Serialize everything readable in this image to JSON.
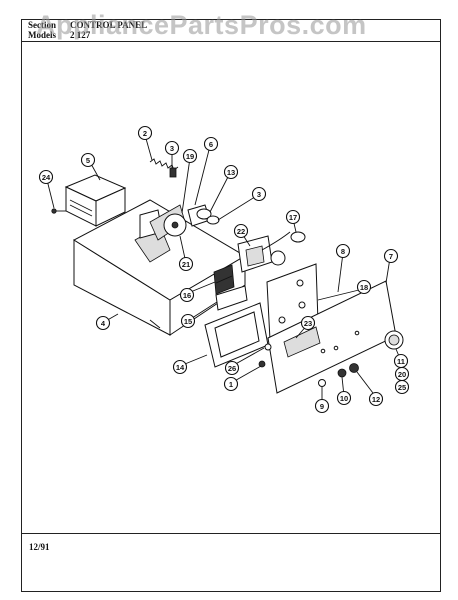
{
  "header": {
    "section_label": "Section",
    "section_title": "CONTROL PANEL",
    "model_label": "Models",
    "model_value": "2 127"
  },
  "watermark": "AppliancePartsPros.com",
  "footer": {
    "date": "12/91"
  },
  "callouts": [
    {
      "id": "c2",
      "label": "2"
    },
    {
      "id": "c3a",
      "label": "3"
    },
    {
      "id": "c6",
      "label": "6"
    },
    {
      "id": "c5",
      "label": "5"
    },
    {
      "id": "c19",
      "label": "19"
    },
    {
      "id": "c13",
      "label": "13"
    },
    {
      "id": "c24",
      "label": "24"
    },
    {
      "id": "c3b",
      "label": "3"
    },
    {
      "id": "c17",
      "label": "17"
    },
    {
      "id": "c22",
      "label": "22"
    },
    {
      "id": "c21",
      "label": "21"
    },
    {
      "id": "c8",
      "label": "8"
    },
    {
      "id": "c7",
      "label": "7"
    },
    {
      "id": "c16",
      "label": "16"
    },
    {
      "id": "c18",
      "label": "18"
    },
    {
      "id": "c15",
      "label": "15"
    },
    {
      "id": "c4",
      "label": "4"
    },
    {
      "id": "c23",
      "label": "23"
    },
    {
      "id": "c14",
      "label": "14"
    },
    {
      "id": "c26",
      "label": "26"
    },
    {
      "id": "c11",
      "label": "11"
    },
    {
      "id": "c1",
      "label": "1"
    },
    {
      "id": "c20",
      "label": "20"
    },
    {
      "id": "c25",
      "label": "25"
    },
    {
      "id": "c9",
      "label": "9"
    },
    {
      "id": "c10",
      "label": "10"
    },
    {
      "id": "c12",
      "label": "12"
    }
  ]
}
